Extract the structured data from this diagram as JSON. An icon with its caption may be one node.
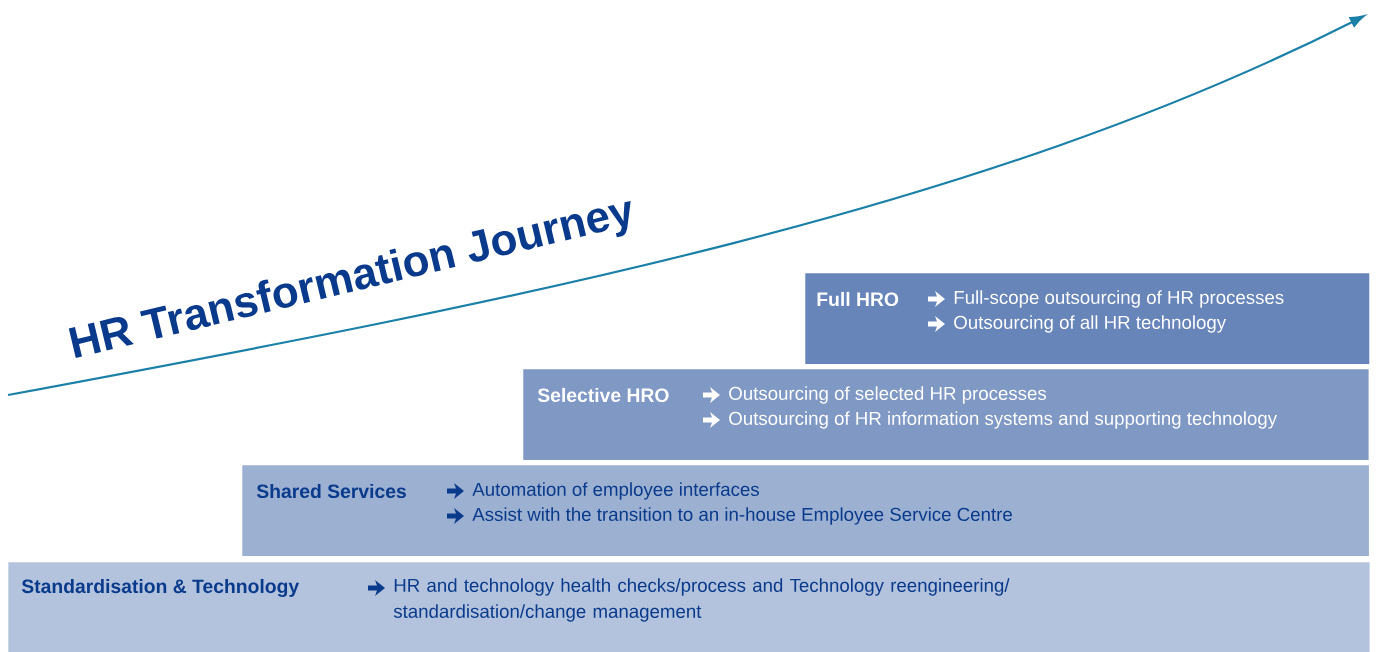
{
  "diagram": {
    "title": "HR Transformation Journey",
    "nodes": [
      {
        "text": [
          "Full HRO",
          "Full-scope outsourcing of HR processes",
          "Outsourcing of all HR technology"
        ]
      },
      {
        "text": [
          "Selective HRO",
          "Outsourcing of selected HR processes",
          "Outsourcing of HR information systems and supporting technology"
        ]
      },
      {
        "text": [
          "Shared Services",
          "Automation of employee interfaces",
          "Assist with the transition to an in-house Employee Service Centre"
        ]
      },
      {
        "text": [
          "Standardisation & Technology",
          "HR and technology health checks/process and Technology reengineering/ standardisation/change management"
        ]
      }
    ]
  }
}
